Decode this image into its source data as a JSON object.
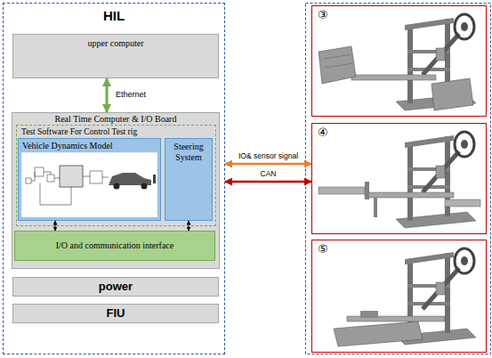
{
  "diagram": {
    "nodes": [
      {
        "text": [
          "HIL"
        ]
      },
      {
        "text": [
          "upper computer"
        ],
        "in": 0
      },
      {
        "text": [
          "Real Time Computer & I/O Board"
        ],
        "in": 0
      },
      {
        "text": [
          "Test Software For Control Test rig"
        ],
        "in": 2
      },
      {
        "text": [
          "Vehicle Dynamics Model"
        ],
        "in": 3
      },
      {
        "text": [
          "Steering System"
        ],
        "in": 3
      },
      {
        "text": [
          "I/O and communication interface"
        ],
        "in": 2
      },
      {
        "text": [
          "power"
        ],
        "in": 0
      },
      {
        "text": [
          "FIU"
        ],
        "in": 0
      },
      {
        "text": [
          "③"
        ]
      },
      {
        "text": [
          "④"
        ]
      },
      {
        "text": [
          "⑤"
        ]
      }
    ],
    "edges": [
      {
        "from": 1,
        "to": 2,
        "label": "Ethernet",
        "arrow": "both"
      },
      {
        "from": 4,
        "to": 6,
        "arrow": "both"
      },
      {
        "from": 5,
        "to": 6,
        "arrow": "both"
      },
      {
        "from": 0,
        "to": 10,
        "label": "IO& sensor signal",
        "arrow": "both"
      },
      {
        "from": 0,
        "to": 10,
        "label": "CAN",
        "arrow": "both"
      }
    ]
  }
}
